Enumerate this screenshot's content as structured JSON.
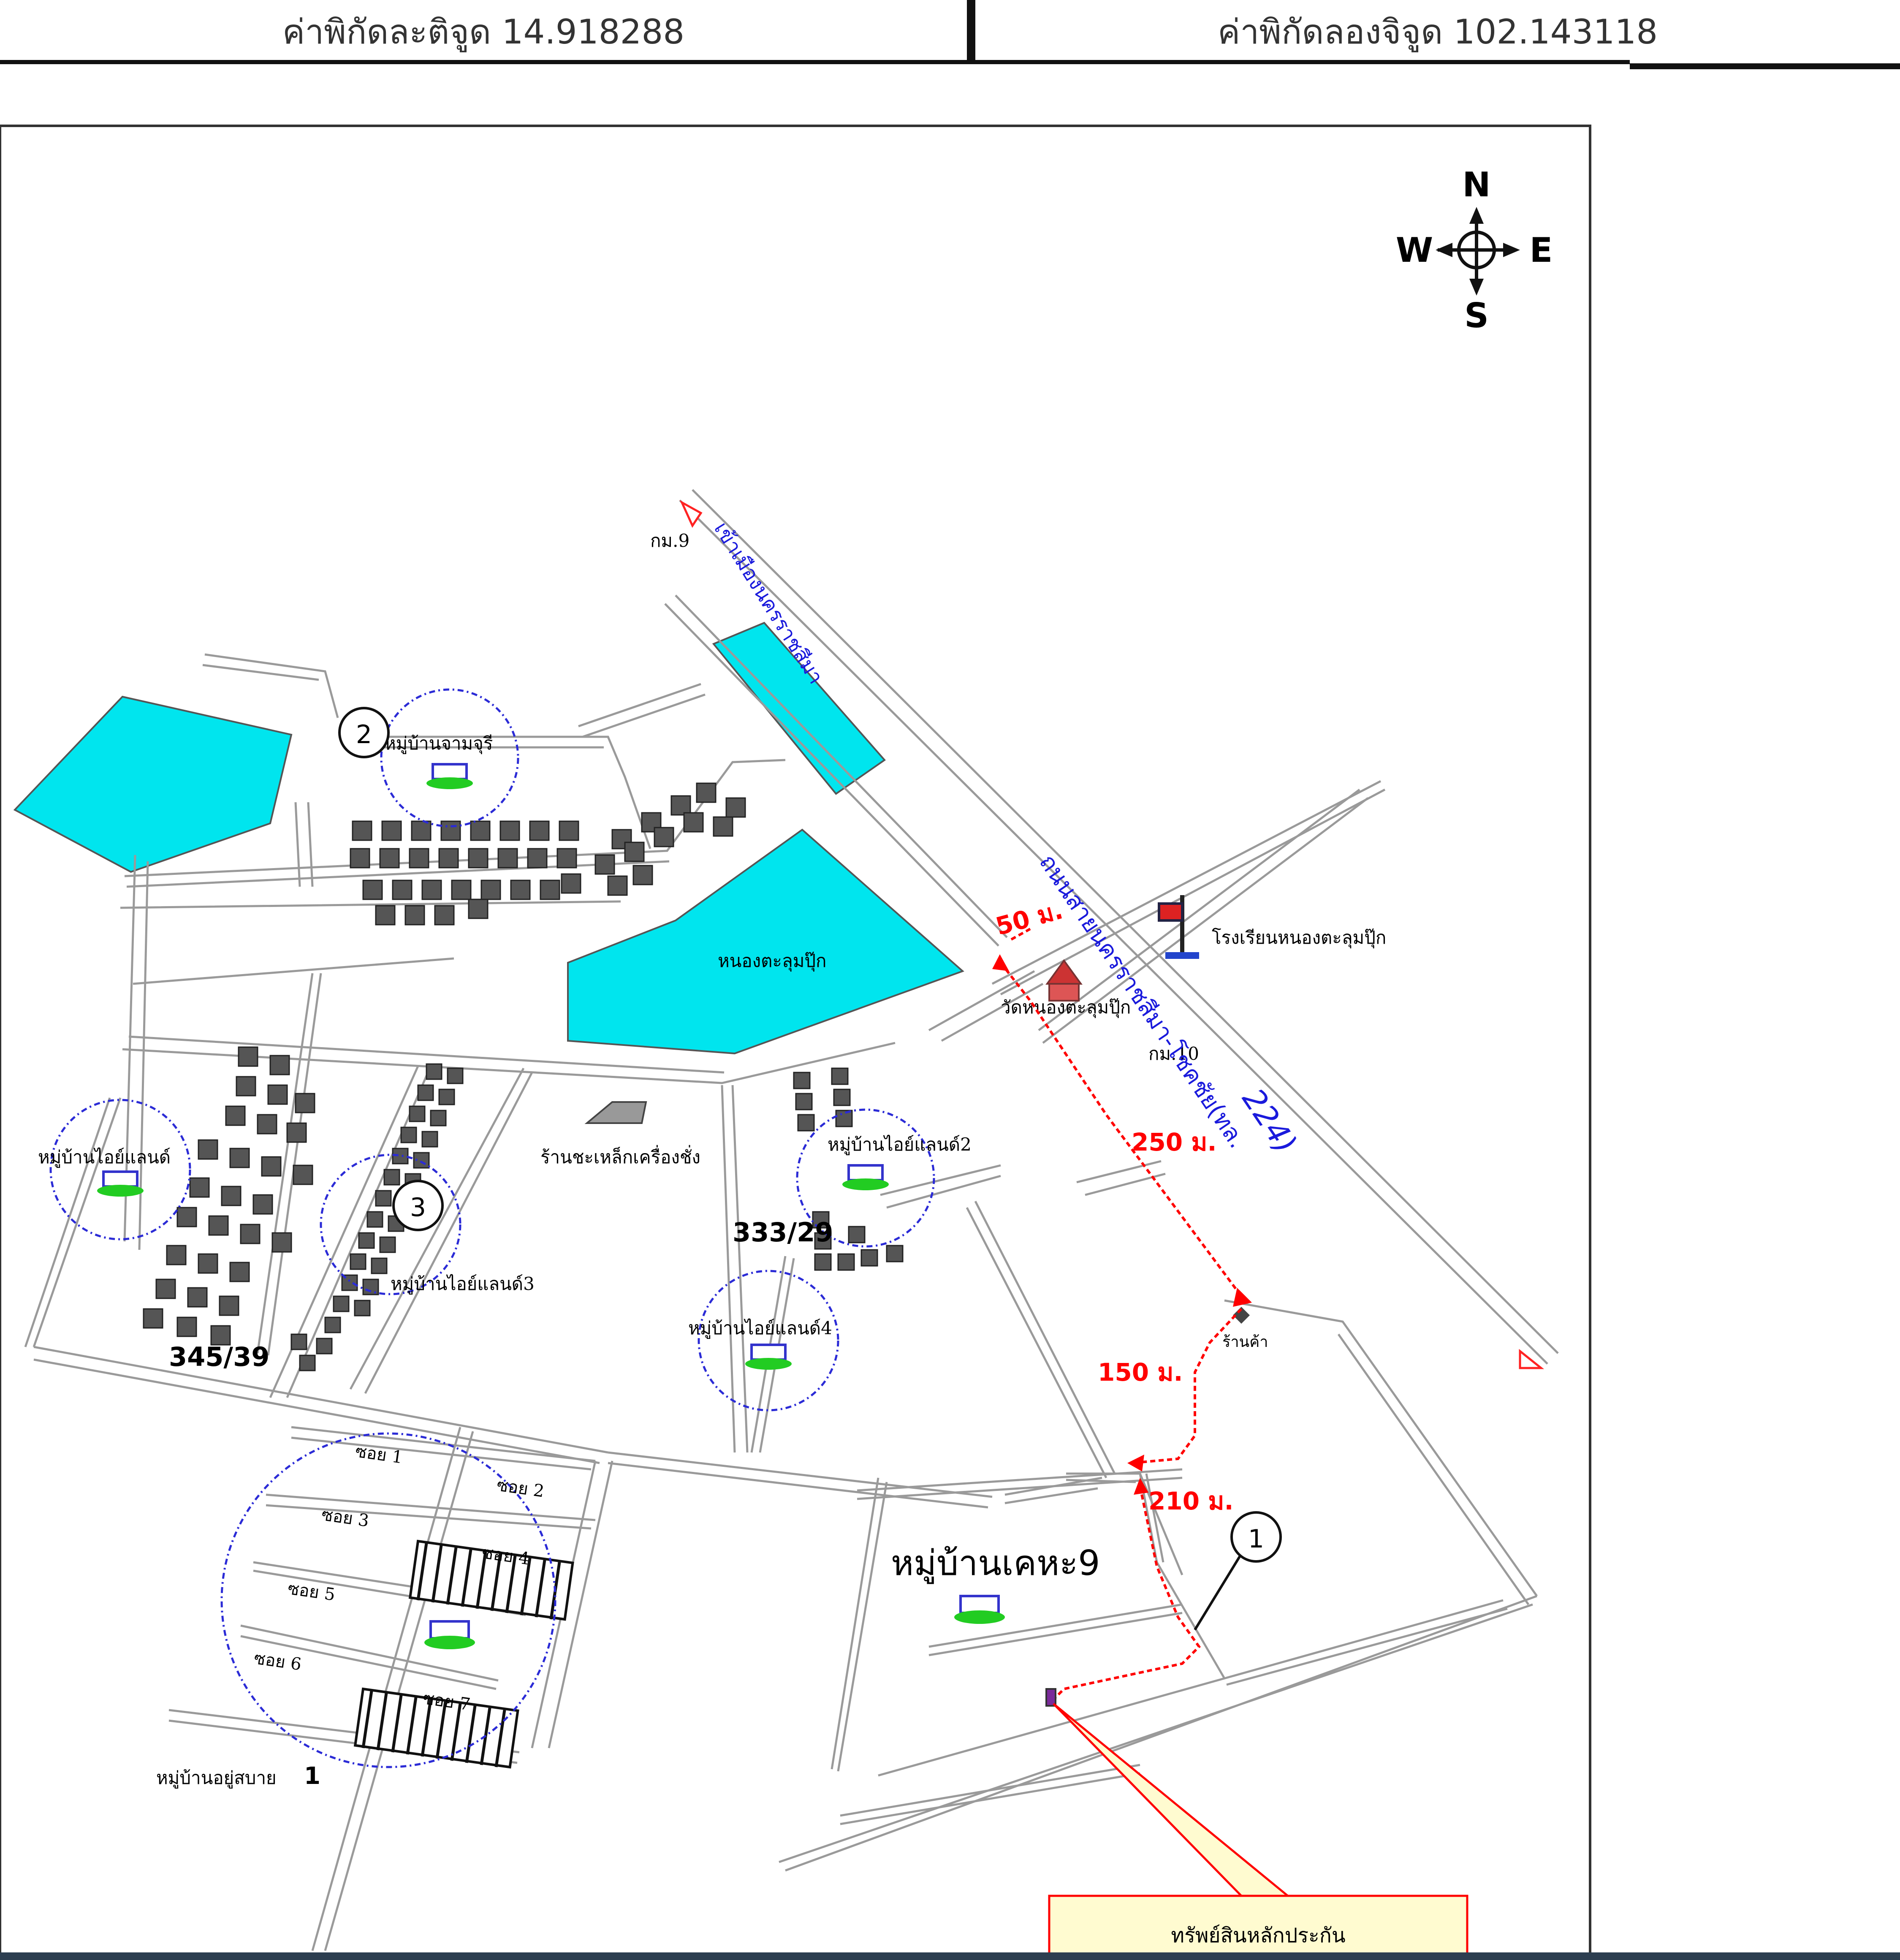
{
  "header": {
    "latitude_label": "ค่าพิกัดละติจูด 14.918288",
    "longitude_label": "ค่าพิกัดลองจิจูด 102.143118"
  },
  "compass": {
    "n": "N",
    "s": "S",
    "e": "E",
    "w": "W"
  },
  "labels": {
    "km9": "กม.9",
    "km10": "กม.10",
    "to_city": "เข้าเมืองนครราชสีมา",
    "highway": "ถนนสายนครราชสีมา-โชคชัย(ทล.",
    "highway_no": "224)",
    "pond": "หนองตะลุมปุ๊ก",
    "school": "โรงเรียนหนองตะลุมปุ๊ก",
    "temple": "วัดหนองตะลุมปุ๊ก",
    "village_2": "หมู่บ้านจามจุรี",
    "village_1": "หมู่บ้านไอย์แลนด์",
    "village_3": "หมู่บ้านไอย์แลนด์3",
    "village_2b": "หมู่บ้านไอย์แลนด์2",
    "village_4": "หมู่บ้านไอย์แลนด์4",
    "scales_shop": "ร้านชะเหล็กเครื่องชั่ง",
    "addr_333": "333/29",
    "addr_345": "345/39",
    "shop": "ร้านค้า",
    "main_village": "หมู่บ้านเคหะ9",
    "village_bottom": "หมู่บ้านอยู่สบาย",
    "village_bottom_no": "1",
    "soi_1": "ซอย 1",
    "soi_2": "ซอย 2",
    "soi_3": "ซอย 3",
    "soi_4": "ซอย 4",
    "soi_5": "ซอย 5",
    "soi_6": "ซอย 6",
    "soi_7": "ซอย 7",
    "collateral": "ทรัพย์สินหลักประกัน"
  },
  "distances": {
    "d50": "50 ม.",
    "d250": "250 ม.",
    "d150": "150 ม.",
    "d210": "210 ม."
  },
  "markers": {
    "m1": "1",
    "m2": "2",
    "m3": "3"
  },
  "colors": {
    "water": "#00e5ee",
    "route": "#ff0000",
    "circle": "#2b2bd6",
    "road": "#9a9a9a",
    "callout_fill": "#fffbd0",
    "label_blue": "#1a1adc"
  }
}
